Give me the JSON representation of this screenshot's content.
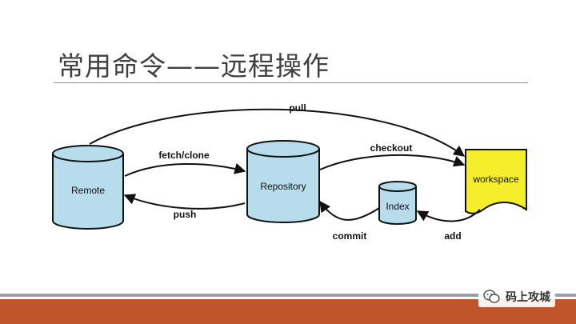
{
  "slide": {
    "title": "常用命令——远程操作"
  },
  "diagram": {
    "nodes": {
      "remote": "Remote",
      "repository": "Repository",
      "index": "Index",
      "workspace": "workspace"
    },
    "edges": {
      "pull": "pull",
      "fetch_clone": "fetch/clone",
      "push": "push",
      "checkout": "checkout",
      "commit": "commit",
      "add": "add"
    },
    "colors": {
      "cylinder_fill": "#b7dcec",
      "workspace_fill": "#f5ee2a",
      "footer": "#c0542b"
    }
  },
  "watermark": {
    "text": "码上攻城",
    "icon": "wechat-icon"
  }
}
